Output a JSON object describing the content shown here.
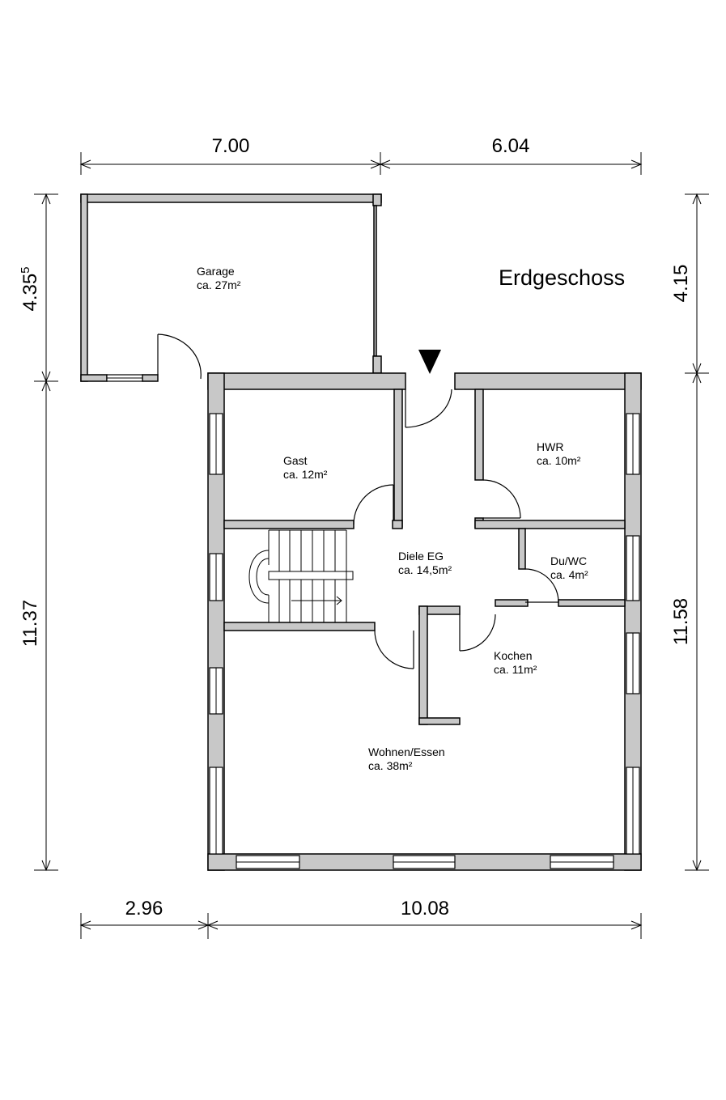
{
  "title": "Erdgeschoss",
  "dimensions": {
    "top_left": "7.00",
    "top_right": "6.04",
    "bottom_left": "2.96",
    "bottom_right": "10.08",
    "left_top": "4.35",
    "left_top_sup": "5",
    "left_bottom": "11.37",
    "right_top": "4.15",
    "right_bottom": "11.58"
  },
  "rooms": {
    "garage": {
      "name": "Garage",
      "area": "ca. 27m²"
    },
    "gast": {
      "name": "Gast",
      "area": "ca. 12m²"
    },
    "hwr": {
      "name": "HWR",
      "area": "ca. 10m²"
    },
    "diele": {
      "name": "Diele EG",
      "area": "ca. 14,5m²"
    },
    "duwc": {
      "name": "Du/WC",
      "area": "ca. 4m²"
    },
    "kochen": {
      "name": "Kochen",
      "area": "ca. 11m²"
    },
    "wohnen": {
      "name": "Wohnen/Essen",
      "area": "ca. 38m²"
    }
  },
  "colors": {
    "wall_fill": "#c8c8c8",
    "line": "#000000"
  }
}
